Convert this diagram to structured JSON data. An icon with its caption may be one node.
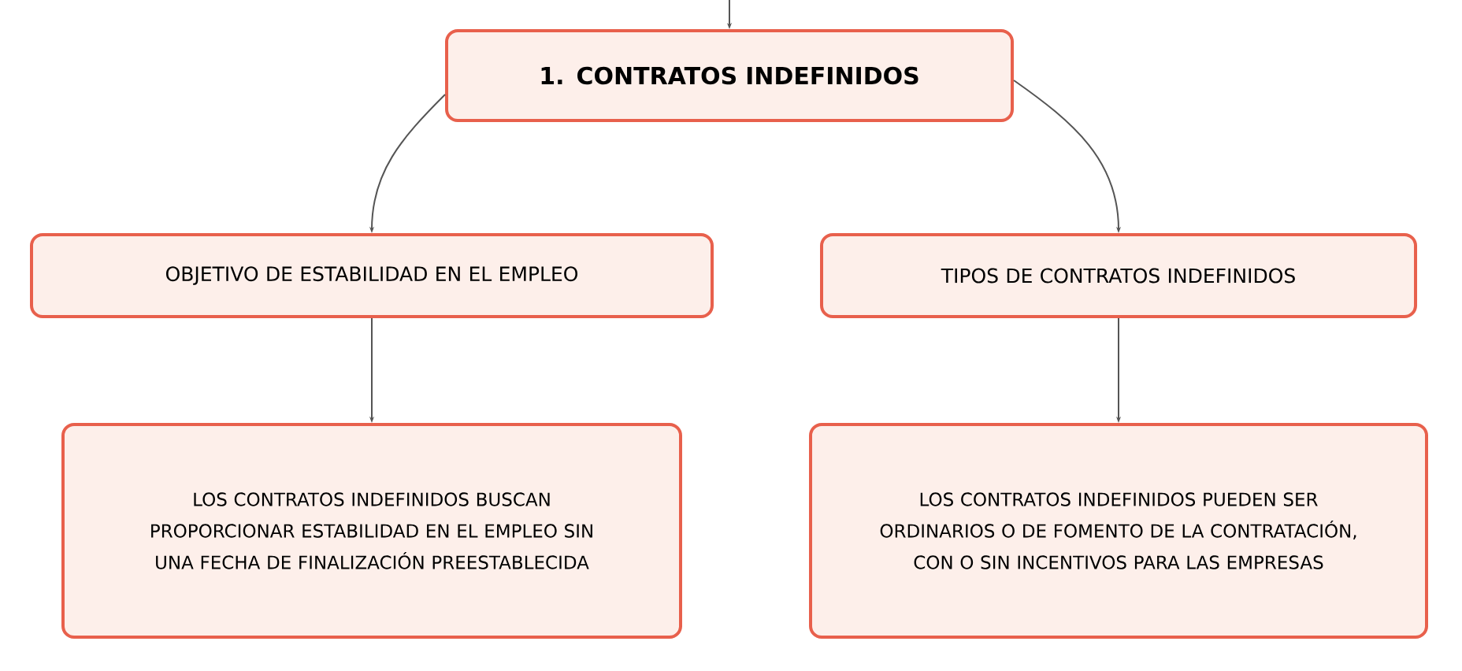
{
  "diagram": {
    "nodes": [
      {
        "text": [
          "1. CONTRATOS INDEFINIDOS"
        ]
      },
      {
        "text": [
          "OBJETIVO DE ESTABILIDAD EN EL EMPLEO"
        ]
      },
      {
        "text": [
          "TIPOS DE CONTRATOS INDEFINIDOS"
        ]
      },
      {
        "text": [
          "LOS CONTRATOS INDEFINIDOS BUSCAN PROPORCIONAR ESTABILIDAD EN EL EMPLEO SIN UNA FECHA DE FINALIZACIÓN PREESTABLECIDA"
        ]
      },
      {
        "text": [
          "LOS CONTRATOS INDEFINIDOS PUEDEN SER ORDINARIOS O DE FOMENTO DE LA CONTRATACIÓN, CON O SIN INCENTIVOS PARA LAS EMPRESAS"
        ]
      }
    ],
    "edges": [
      {
        "from": null,
        "to": 0,
        "arrow": "to"
      },
      {
        "from": 0,
        "to": 1,
        "arrow": "to"
      },
      {
        "from": 0,
        "to": 2,
        "arrow": "to"
      },
      {
        "from": 1,
        "to": 3,
        "arrow": "to"
      },
      {
        "from": 2,
        "to": 4,
        "arrow": "to"
      }
    ]
  }
}
